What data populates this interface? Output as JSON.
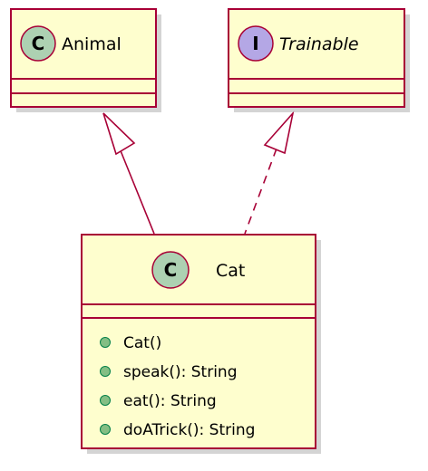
{
  "diagram": {
    "type": "uml-class-diagram",
    "colors": {
      "box_fill": "#FEFECE",
      "box_border": "#A80036",
      "shadow": "#B8B8B8",
      "class_badge": "#ADD1B2",
      "interface_badge": "#B4A7E5",
      "member_dot": "#84BE84",
      "member_dot_border": "#038048",
      "arrow": "#A80036"
    },
    "classes": [
      {
        "id": "animal",
        "name": "Animal",
        "kind": "class",
        "badge": "C",
        "members": []
      },
      {
        "id": "trainable",
        "name": "Trainable",
        "kind": "interface",
        "badge": "I",
        "members": []
      },
      {
        "id": "cat",
        "name": "Cat",
        "kind": "class",
        "badge": "C",
        "members": [
          "Cat()",
          "speak(): String",
          "eat(): String",
          "doATrick(): String"
        ]
      }
    ],
    "relations": [
      {
        "from": "cat",
        "to": "animal",
        "type": "extends",
        "style": "solid"
      },
      {
        "from": "cat",
        "to": "trainable",
        "type": "implements",
        "style": "dashed"
      }
    ]
  }
}
